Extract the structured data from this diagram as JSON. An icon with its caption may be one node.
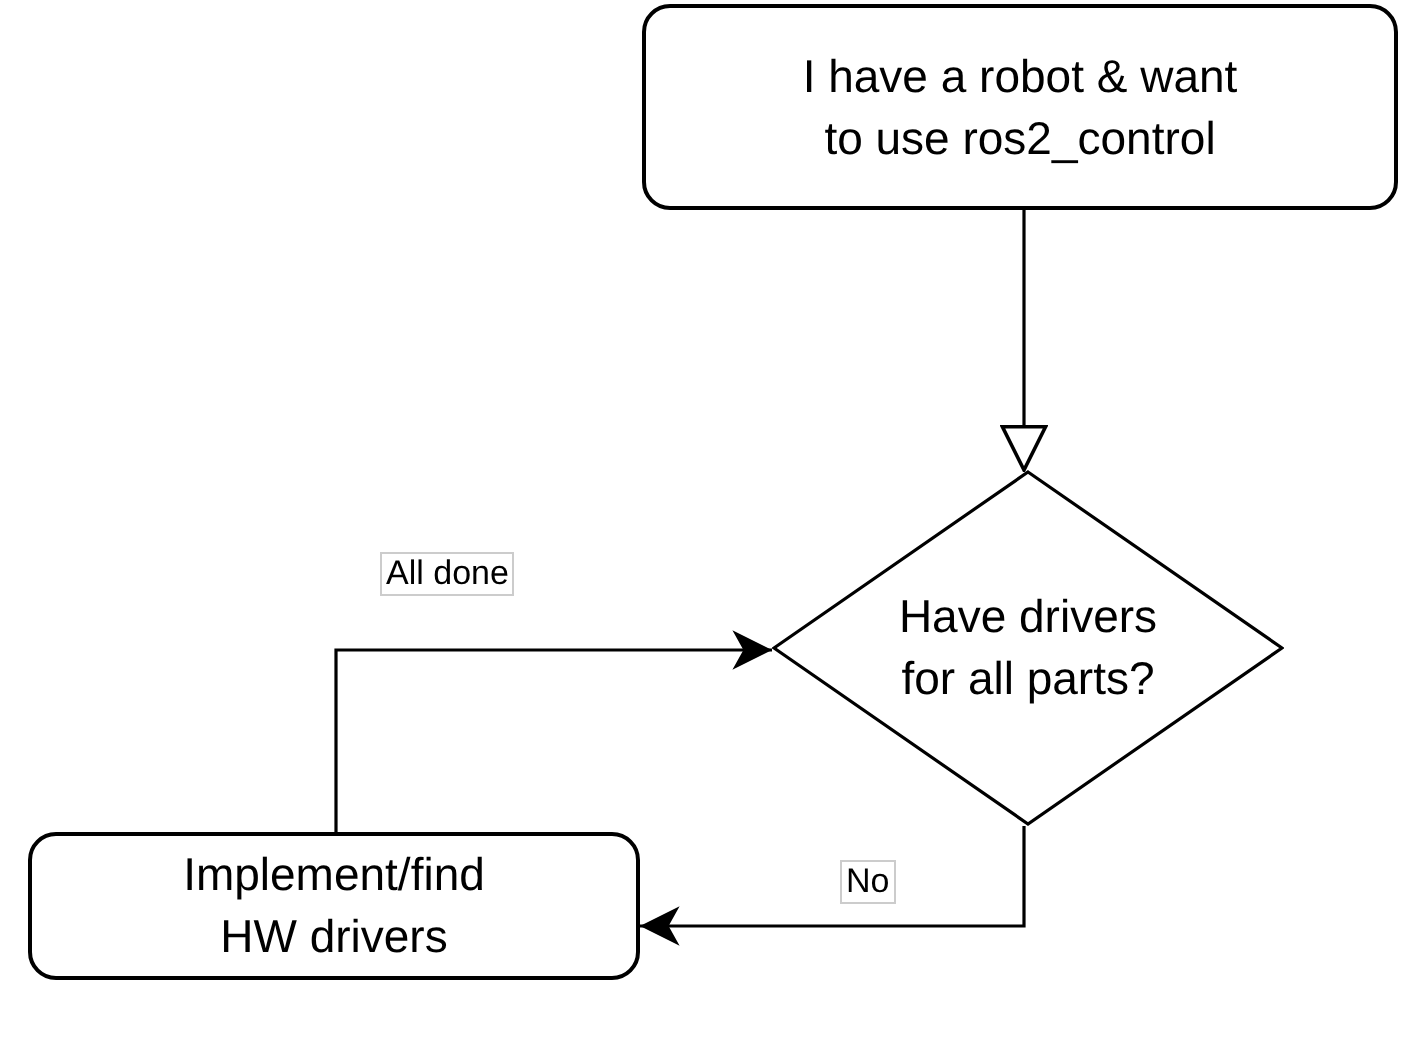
{
  "diagram": {
    "nodes": [
      {
        "text": [
          "I have a robot & want to use ros2_control"
        ]
      },
      {
        "text": [
          "Have drivers for all parts?"
        ]
      },
      {
        "text": [
          "Implement/find HW drivers"
        ]
      }
    ],
    "edges": [
      {
        "from": 0,
        "to": 1,
        "arrow": "to"
      },
      {
        "from": 1,
        "to": 2,
        "arrow": "to",
        "label": "No"
      },
      {
        "from": 2,
        "to": 1,
        "arrow": "to",
        "label": "All done"
      }
    ]
  }
}
